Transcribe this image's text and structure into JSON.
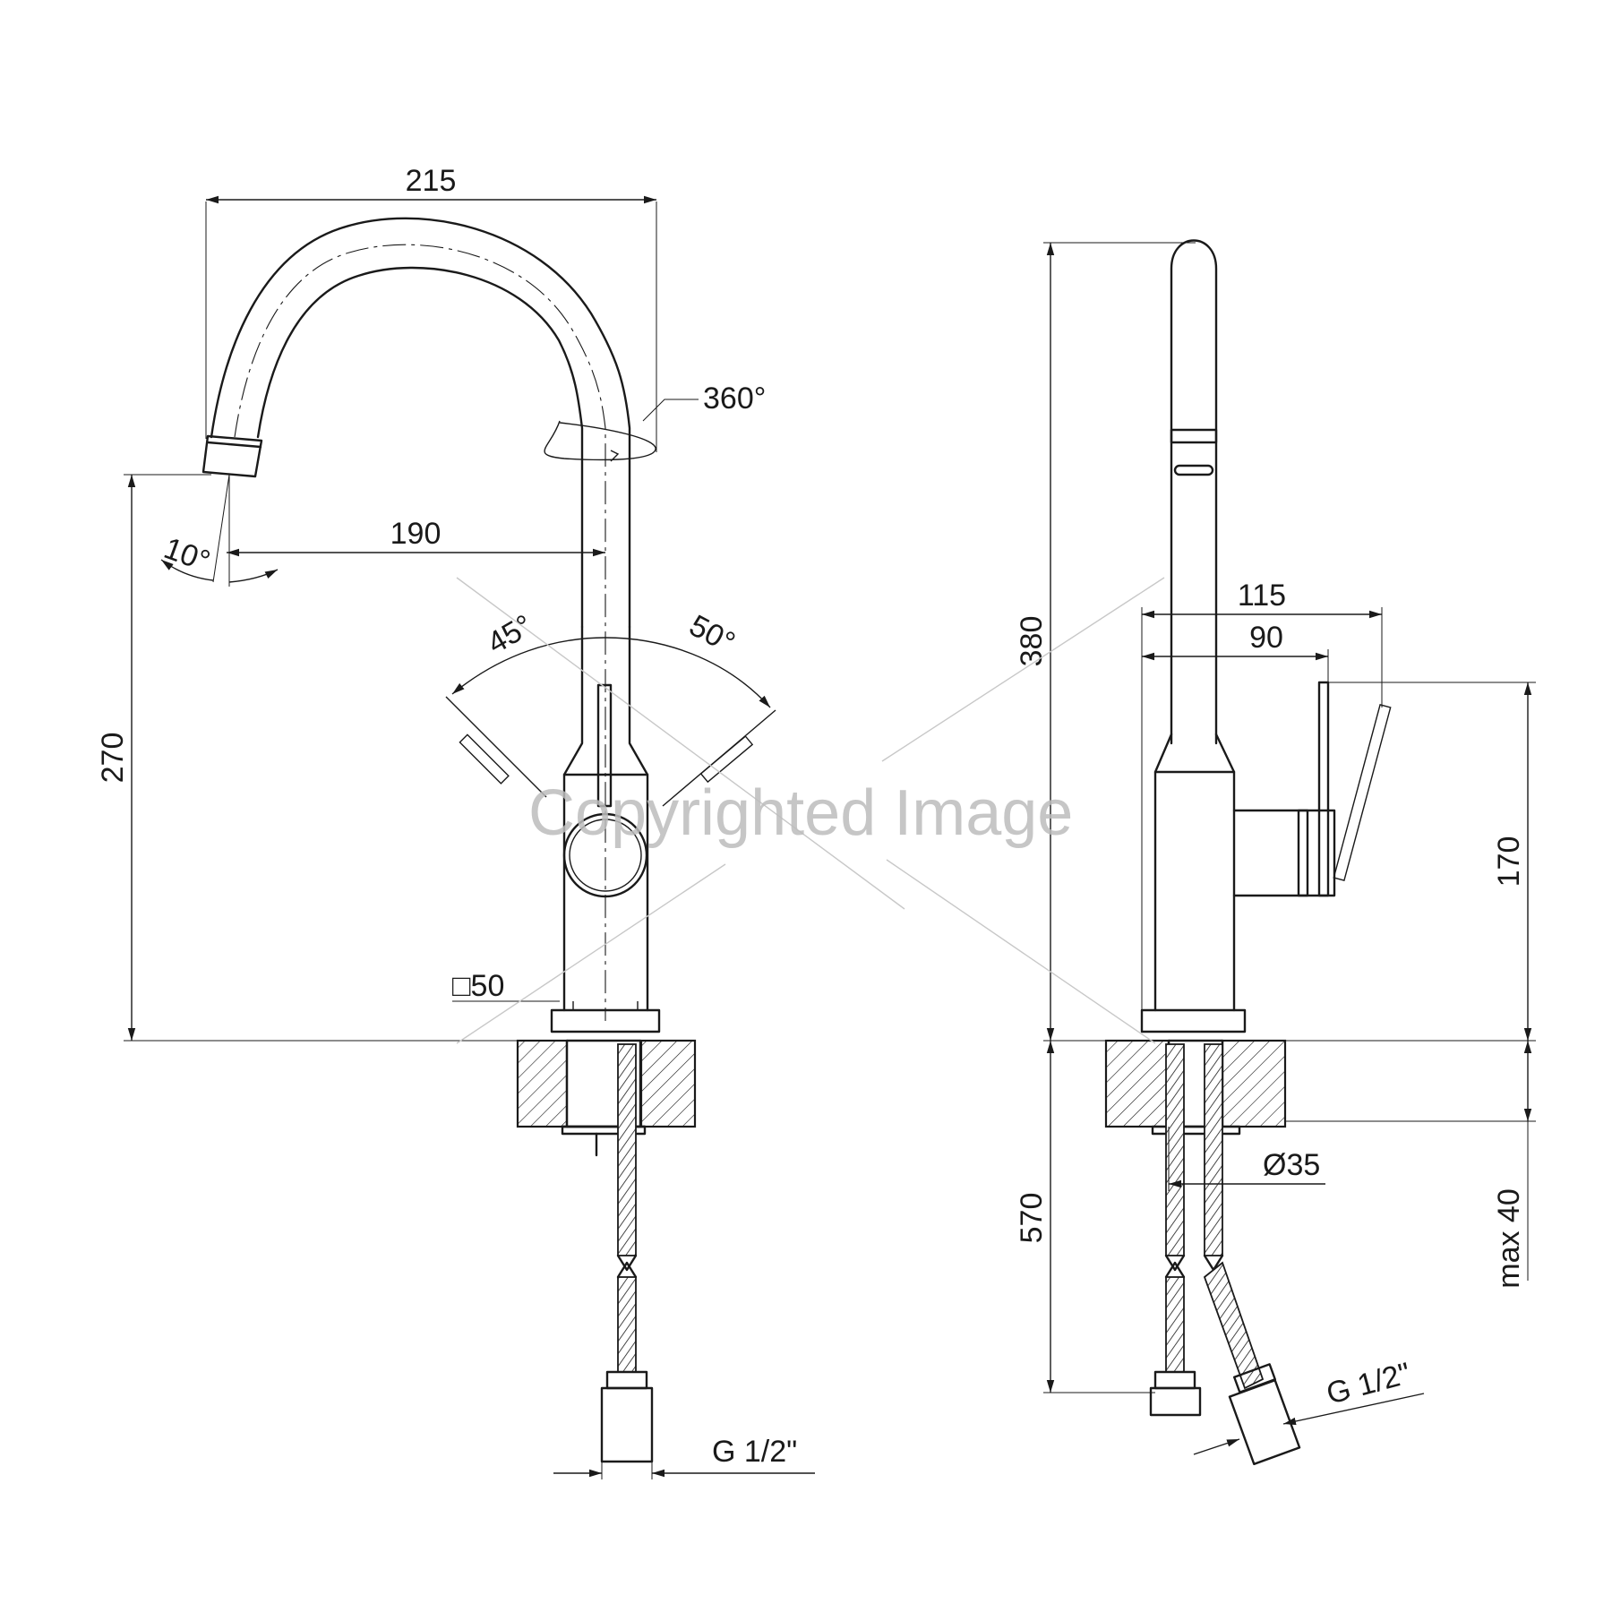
{
  "front_view": {
    "dim_width": "215",
    "dim_reach": "190",
    "dim_height": "270",
    "dim_base": "□50",
    "angle_swivel": "360°",
    "angle_spout": "10°",
    "angle_lever_left": "45°",
    "angle_lever_right": "50°",
    "thread": "G 1/2\""
  },
  "side_view": {
    "dim_total_height": "380",
    "dim_lever_reach": "115",
    "dim_body_depth": "90",
    "dim_lever_height": "170",
    "dim_hose_length": "570",
    "dim_hole": "Ø35",
    "dim_max_thickness": "max 40",
    "thread": "G 1/2\""
  },
  "watermark": "Copyrighted Image",
  "colors": {
    "line": "#1a1a1a",
    "watermark": "#bdbdbd",
    "background": "#ffffff"
  }
}
